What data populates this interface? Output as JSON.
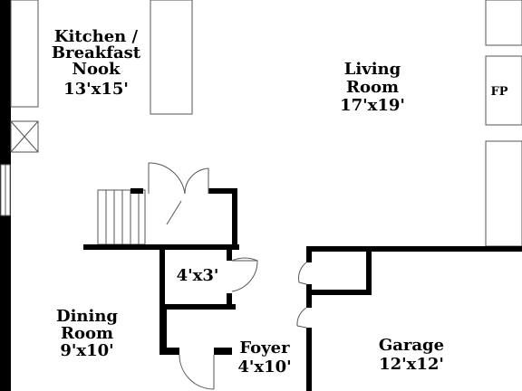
{
  "rooms": {
    "kitchen": {
      "name_lines": [
        "Kitchen /",
        "Breakfast",
        "Nook"
      ],
      "size": "13'x15'"
    },
    "living": {
      "name_lines": [
        "Living",
        "Room"
      ],
      "size": "17'x19'"
    },
    "fireplace": {
      "label": "FP"
    },
    "closet": {
      "size": "4'x3'"
    },
    "dining": {
      "name_lines": [
        "Dining",
        "Room"
      ],
      "size": "9'x10'"
    },
    "foyer": {
      "name_lines": [
        "Foyer"
      ],
      "size": "4'x10'"
    },
    "garage": {
      "name_lines": [
        "Garage"
      ],
      "size": "12'x12'"
    }
  }
}
